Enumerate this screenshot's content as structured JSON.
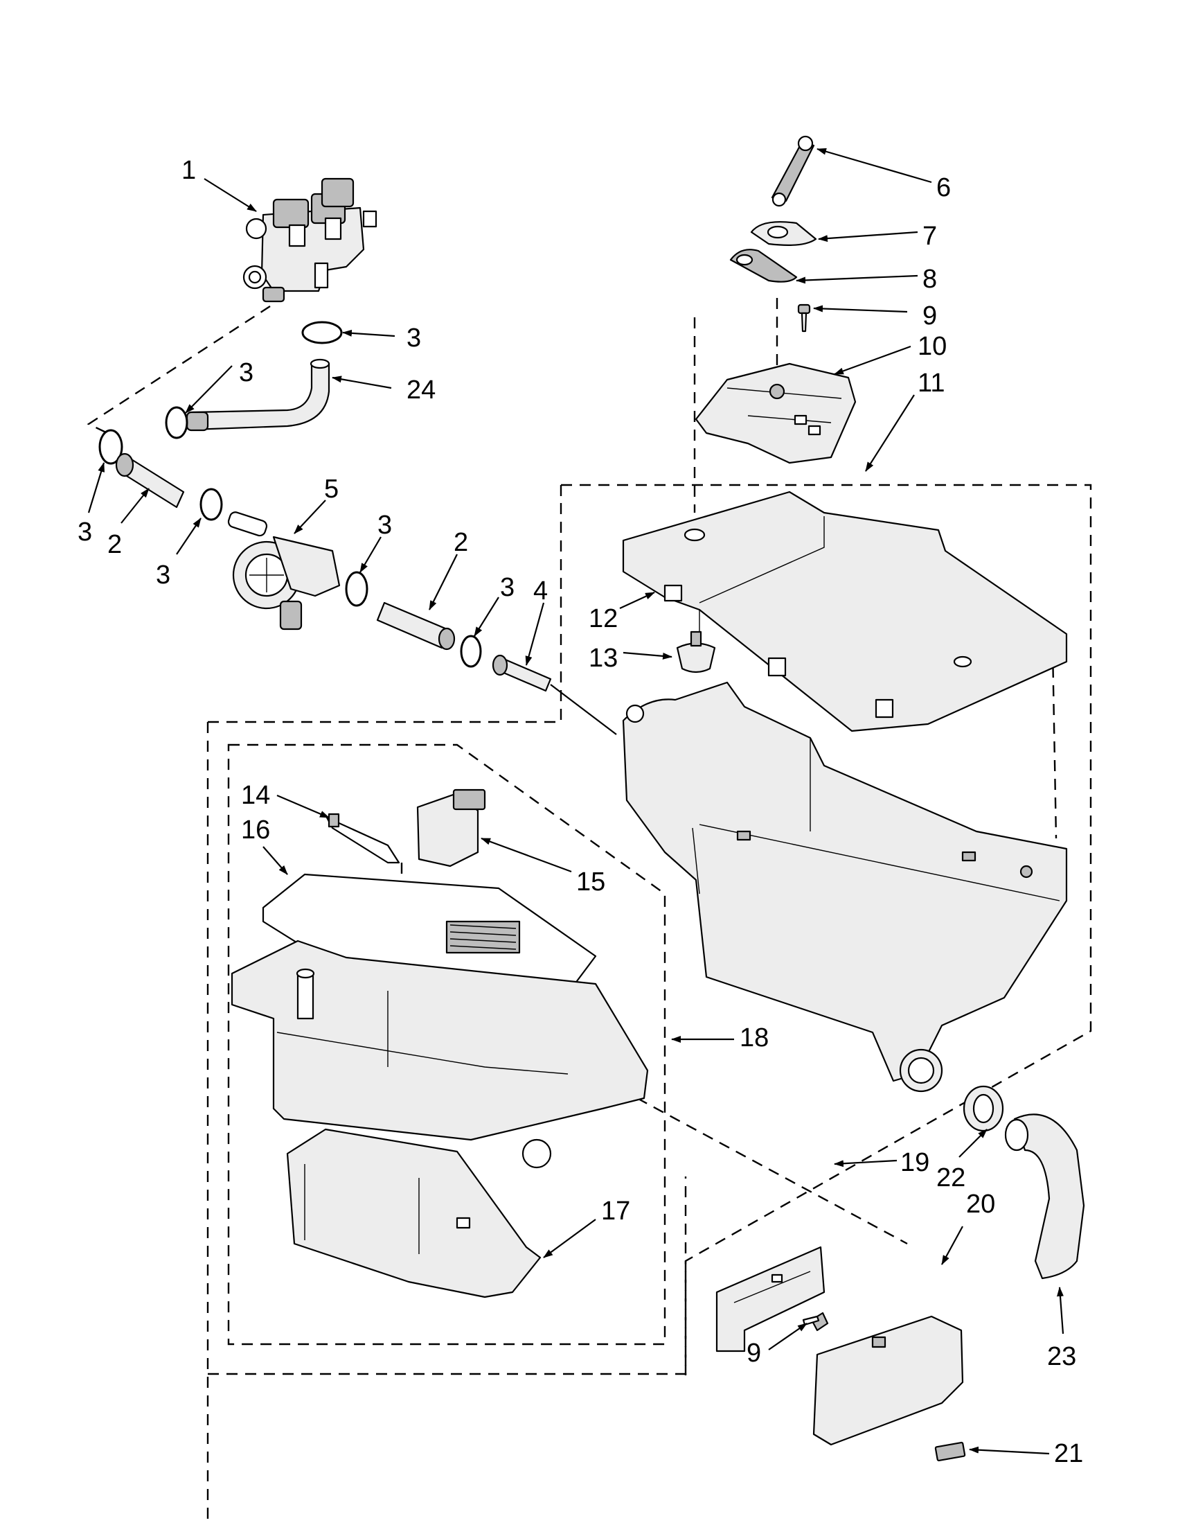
{
  "diagram": {
    "callouts": {
      "c1": "1",
      "c2a": "2",
      "c2b": "2",
      "c3a": "3",
      "c3b": "3",
      "c3c": "3",
      "c3d": "3",
      "c3e": "3",
      "c3f": "3",
      "c4": "4",
      "c5": "5",
      "c6": "6",
      "c7": "7",
      "c8": "8",
      "c9a": "9",
      "c9b": "9",
      "c10": "10",
      "c11": "11",
      "c12": "12",
      "c13": "13",
      "c14": "14",
      "c15": "15",
      "c16": "16",
      "c17": "17",
      "c18": "18",
      "c19": "19",
      "c20": "20",
      "c21": "21",
      "c22": "22",
      "c23": "23",
      "c24": "24"
    }
  },
  "colors": {
    "line": "#000000",
    "background": "#ffffff",
    "shade": "#bdbdbd"
  }
}
